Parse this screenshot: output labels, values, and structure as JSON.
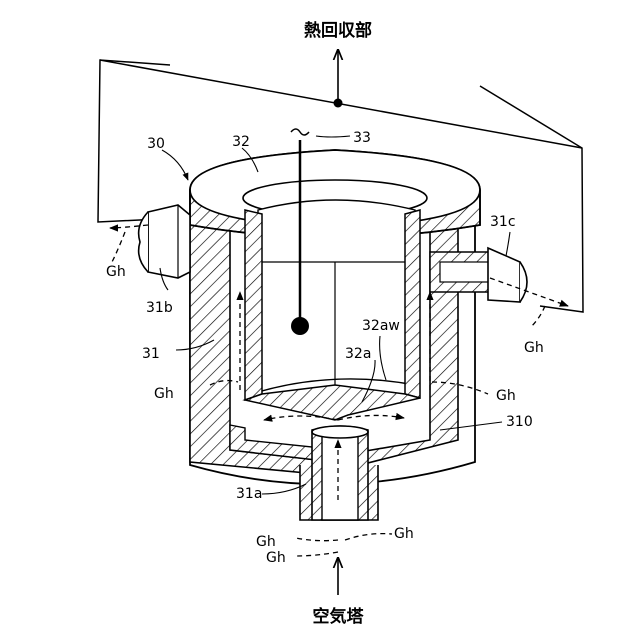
{
  "labels": {
    "top_destination": "熱回収部",
    "bottom_source": "空気塔",
    "assembly": "30",
    "cup": "32",
    "probe": "33",
    "housing": "31",
    "inlet": "31a",
    "outlet_left": "31b",
    "outlet_right": "31c",
    "cup_outer_wall": "32aw",
    "cup_bottom": "32a",
    "chamber": "310",
    "gas_outlet_left": "Gh",
    "gas_outlet_right": "Gh",
    "gas_wall_left": "Gh",
    "gas_wall_right": "Gh",
    "gas_inlet_right": "Gh",
    "gas_inlet_left_1": "Gh",
    "gas_inlet_left_2": "Gh"
  }
}
